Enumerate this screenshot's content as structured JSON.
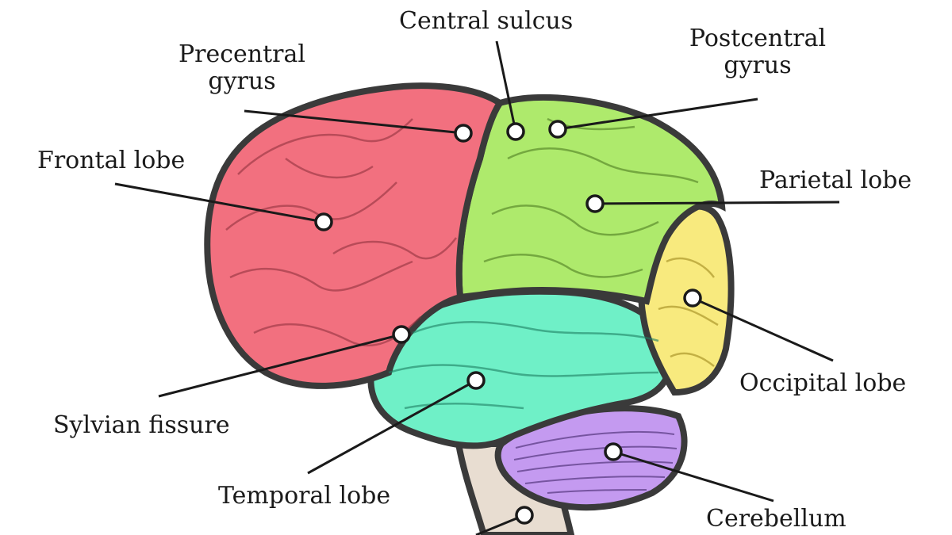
{
  "labels": {
    "central_sulcus": "Central sulcus",
    "precentral_gyrus_1": "Precentral",
    "precentral_gyrus_2": "gyrus",
    "postcentral_gyrus_1": "Postcentral",
    "postcentral_gyrus_2": "gyrus",
    "frontal_lobe": "Frontal lobe",
    "parietal_lobe": "Parietal lobe",
    "occipital_lobe": "Occipital lobe",
    "sylvian_fissure": "Sylvian fissure",
    "temporal_lobe": "Temporal lobe",
    "cerebellum": "Cerebellum"
  },
  "colors": {
    "frontal_lobe": "#f2707f",
    "parietal_lobe": "#aeea6c",
    "occipital_lobe": "#f8ea7e",
    "temporal_lobe": "#6ff0c7",
    "cerebellum": "#c49af0",
    "brainstem": "#e8ddd1",
    "outline": "#3a3a3a",
    "leader_line": "#1a1a1a"
  }
}
